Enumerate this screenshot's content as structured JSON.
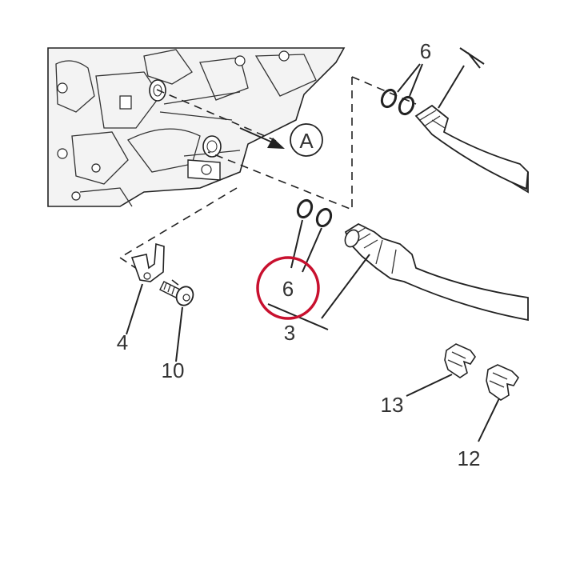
{
  "callouts": {
    "view_letter": "A",
    "part_6_top": "6",
    "part_6_highlight": "6",
    "part_3": "3",
    "part_4": "4",
    "part_10": "10",
    "part_13": "13",
    "part_12": "12"
  },
  "colors": {
    "highlight_circle": "#c8102e",
    "engine_fill": "#f3f3f3",
    "line": "#222222",
    "label": "#333333"
  }
}
